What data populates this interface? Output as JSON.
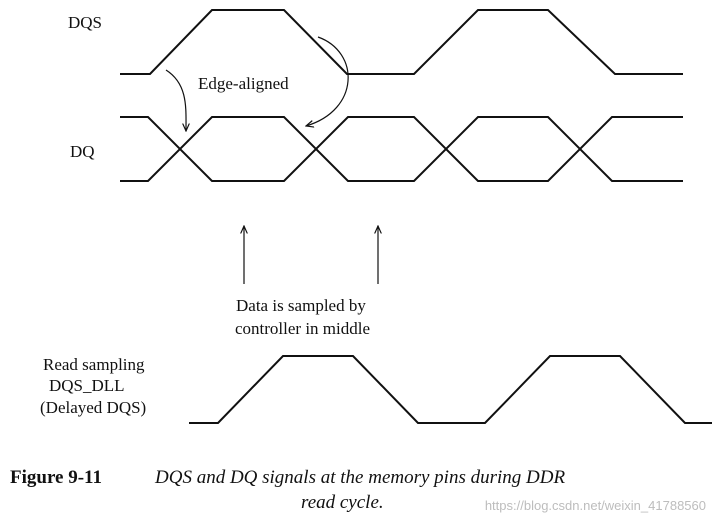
{
  "labels": {
    "dqs": "DQS",
    "dq": "DQ",
    "edge_aligned": "Edge-aligned",
    "sampled_line1": "Data is sampled by",
    "sampled_line2": "controller in middle",
    "read_line1": "Read sampling",
    "read_line2": "DQS_DLL",
    "read_line3": "(Delayed DQS)"
  },
  "caption": {
    "number": "Figure 9-11",
    "text_line1": "DQS and DQ signals at the memory pins during DDR",
    "text_line2": "read cycle."
  },
  "watermark": "https://blog.csdn.net/weixin_41788560",
  "colors": {
    "ink": "#111111",
    "watermark": "#bdbdbd",
    "background": "#ffffff"
  }
}
